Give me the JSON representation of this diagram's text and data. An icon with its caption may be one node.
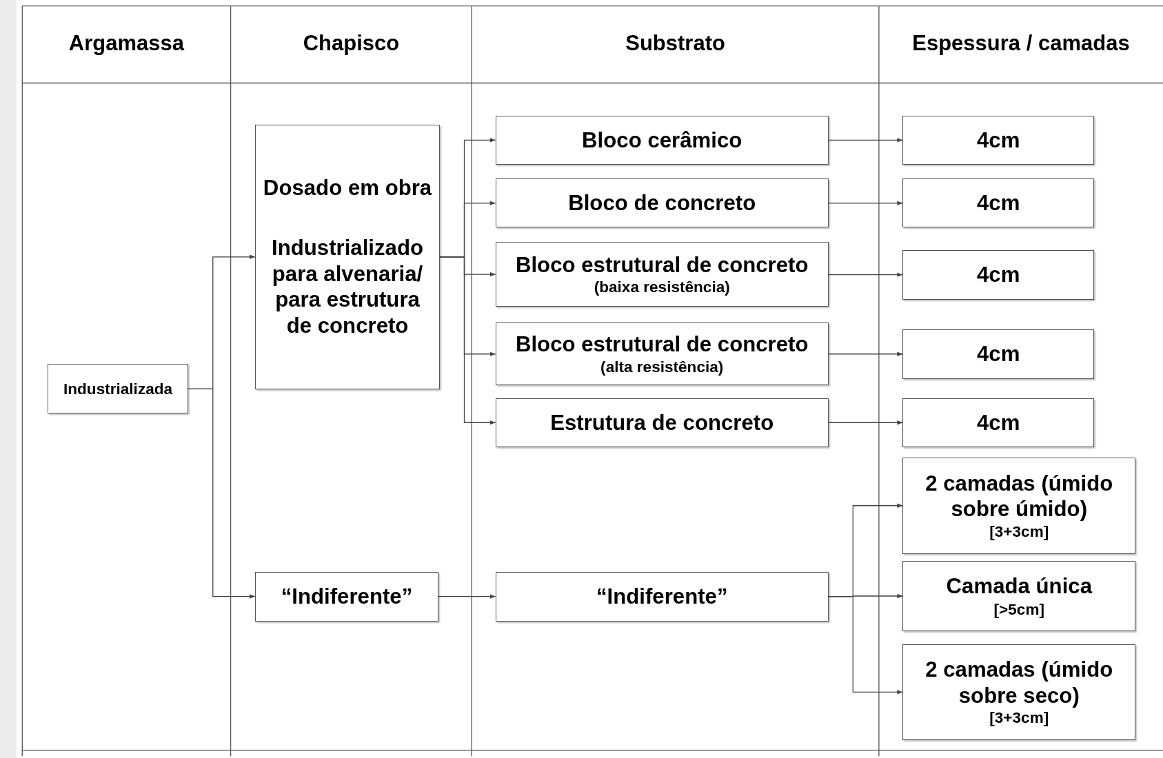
{
  "diagram": {
    "nodes": [
      {
        "text": [
          "Industrializada"
        ]
      },
      {
        "text": [
          "Dosado em obra",
          "Industrializado para alvenaria/ para estrutura de concreto"
        ]
      },
      {
        "text": [
          "“Indiferente”"
        ]
      },
      {
        "text": [
          "Bloco cerâmico"
        ]
      },
      {
        "text": [
          "Bloco de concreto"
        ]
      },
      {
        "text": [
          "Bloco estrutural de concreto",
          "(baixa resistência)"
        ]
      },
      {
        "text": [
          "Bloco estrutural de concreto",
          "(alta resistência)"
        ]
      },
      {
        "text": [
          "Estrutura de concreto"
        ]
      },
      {
        "text": [
          "“Indiferente”"
        ]
      },
      {
        "text": [
          "4cm"
        ]
      },
      {
        "text": [
          "4cm"
        ]
      },
      {
        "text": [
          "4cm"
        ]
      },
      {
        "text": [
          "4cm"
        ]
      },
      {
        "text": [
          "4cm"
        ]
      },
      {
        "text": [
          "2 camadas (úmido sobre úmido)",
          "[3+3cm]"
        ]
      },
      {
        "text": [
          "Camada única",
          "[>5cm]"
        ]
      },
      {
        "text": [
          "2 camadas (úmido sobre seco)",
          "[3+3cm]"
        ]
      }
    ],
    "edges": [
      {
        "from": 0,
        "to": 1,
        "arrow": "to"
      },
      {
        "from": 0,
        "to": 2,
        "arrow": "to"
      },
      {
        "from": 1,
        "to": 3,
        "arrow": "to"
      },
      {
        "from": 1,
        "to": 4,
        "arrow": "to"
      },
      {
        "from": 1,
        "to": 5,
        "arrow": "to"
      },
      {
        "from": 1,
        "to": 6,
        "arrow": "to"
      },
      {
        "from": 1,
        "to": 7,
        "arrow": "to"
      },
      {
        "from": 3,
        "to": 9,
        "arrow": "to"
      },
      {
        "from": 4,
        "to": 10,
        "arrow": "to"
      },
      {
        "from": 5,
        "to": 11,
        "arrow": "to"
      },
      {
        "from": 6,
        "to": 12,
        "arrow": "to"
      },
      {
        "from": 7,
        "to": 13,
        "arrow": "to"
      },
      {
        "from": 2,
        "to": 8,
        "arrow": "to"
      },
      {
        "from": 8,
        "to": 14,
        "arrow": "to"
      },
      {
        "from": 8,
        "to": 15,
        "arrow": "to"
      },
      {
        "from": 8,
        "to": 16,
        "arrow": "to"
      }
    ],
    "labels": [
      "Argamassa",
      "Chapisco",
      "Substrato",
      "Espessura / camadas"
    ]
  }
}
